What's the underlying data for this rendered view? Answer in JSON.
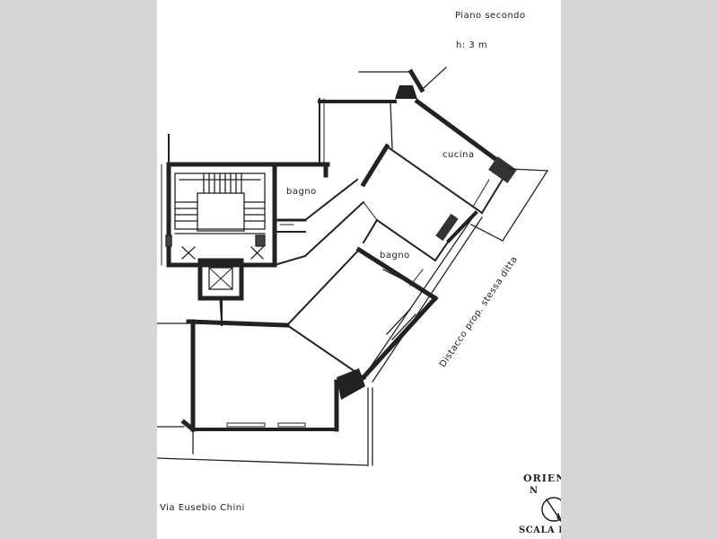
{
  "header": {
    "floor_label": "Piano secondo",
    "height_label": "h: 3 m"
  },
  "rooms": {
    "kitchen": "cucina",
    "bathroom_1": "bagno",
    "bathroom_2": "bagno"
  },
  "annotations": {
    "setback_note": "Distacco prop. stessa ditta",
    "street_name": "Via Eusebio Chini",
    "orientation_label": "ORIENTA",
    "north_mark": "N",
    "scale_label": "SCALA DI"
  },
  "colors": {
    "page_background": "#d6d6d6",
    "sheet": "#ffffff",
    "ink": "#222222"
  }
}
